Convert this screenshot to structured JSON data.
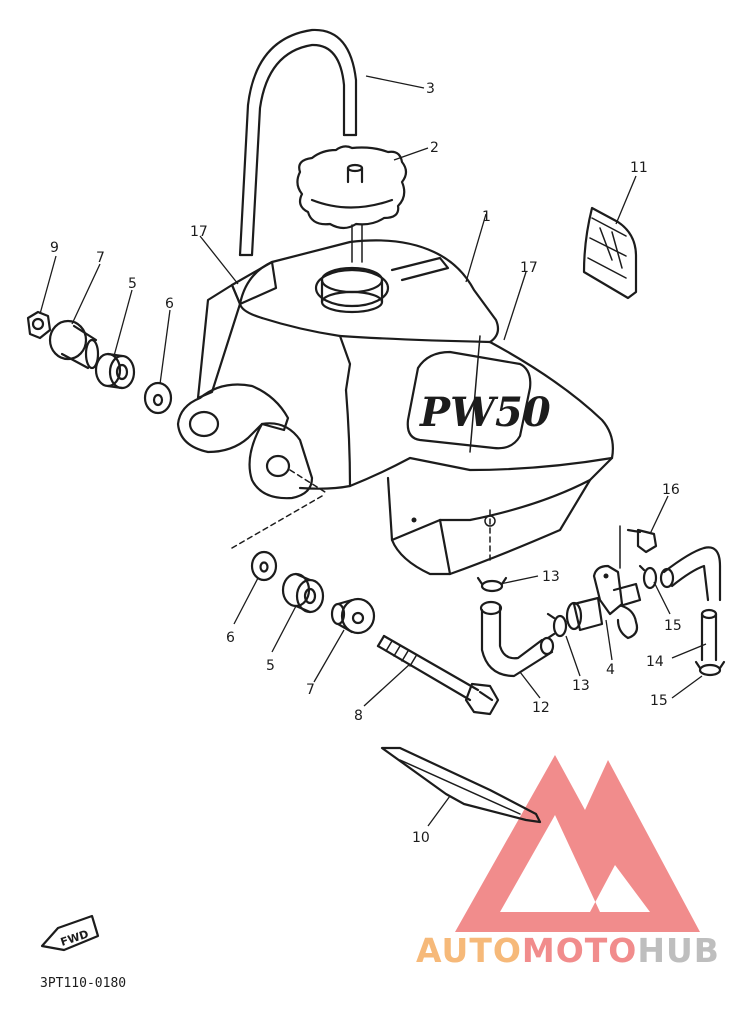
{
  "diagram": {
    "drawing_code": "3PT110-0180",
    "fwd_label": "FWD",
    "decal_text": "PW50",
    "callouts": [
      {
        "id": "c3",
        "label": "3"
      },
      {
        "id": "c2",
        "label": "2"
      },
      {
        "id": "c1",
        "label": "1"
      },
      {
        "id": "c11",
        "label": "11"
      },
      {
        "id": "c17a",
        "label": "17"
      },
      {
        "id": "c17b",
        "label": "17"
      },
      {
        "id": "c9",
        "label": "9"
      },
      {
        "id": "c7a",
        "label": "7"
      },
      {
        "id": "c5a",
        "label": "5"
      },
      {
        "id": "c6a",
        "label": "6"
      },
      {
        "id": "c16",
        "label": "16"
      },
      {
        "id": "c13a",
        "label": "13"
      },
      {
        "id": "c15a",
        "label": "15"
      },
      {
        "id": "c6b",
        "label": "6"
      },
      {
        "id": "c5b",
        "label": "5"
      },
      {
        "id": "c7b",
        "label": "7"
      },
      {
        "id": "c8",
        "label": "8"
      },
      {
        "id": "c12",
        "label": "12"
      },
      {
        "id": "c13b",
        "label": "13"
      },
      {
        "id": "c4",
        "label": "4"
      },
      {
        "id": "c14",
        "label": "14"
      },
      {
        "id": "c15b",
        "label": "15"
      },
      {
        "id": "c10",
        "label": "10"
      }
    ]
  },
  "watermark": {
    "brand_part1": "AUTO",
    "brand_part2": "MOTO",
    "brand_part3": "HUB",
    "color_orange": "#f6b26b",
    "color_red": "#f08080",
    "color_grey": "#b8b8b8"
  }
}
